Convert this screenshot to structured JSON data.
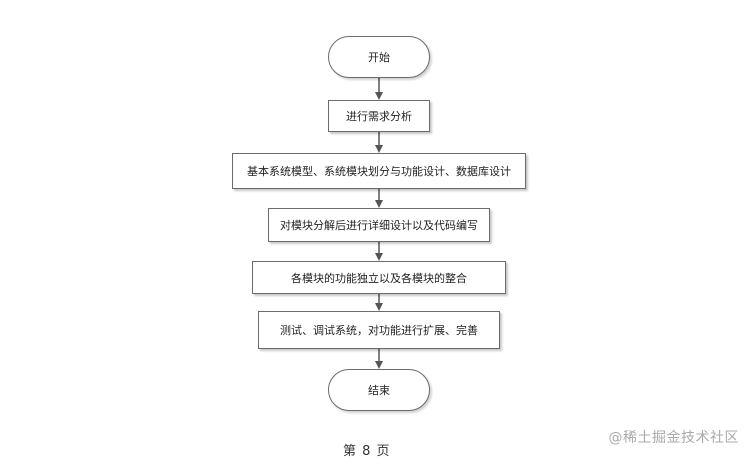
{
  "flowchart": {
    "start": "开始",
    "steps": [
      "进行需求分析",
      "基本系统模型、系统模块划分与功能设计、数据库设计",
      "对模块分解后进行详细设计以及代码编写",
      "各模块的功能独立以及各模块的整合",
      "测试、调试系统，对功能进行扩展、完善"
    ],
    "end": "结束"
  },
  "footer": {
    "page_label": "第 8 页"
  },
  "watermark": {
    "text": "@稀土掘金技术社区"
  },
  "colors": {
    "border": "#6b6b6b",
    "arrow": "#555555",
    "watermark": "#aaaaaa"
  }
}
